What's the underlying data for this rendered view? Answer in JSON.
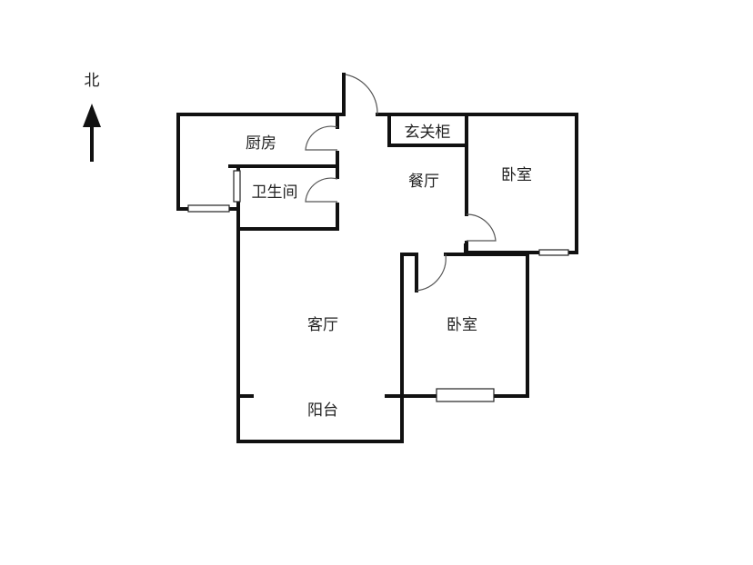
{
  "compass": {
    "north_label": "北"
  },
  "rooms": {
    "kitchen": "厨房",
    "bathroom": "卫生间",
    "entry_cabinet": "玄关柜",
    "dining": "餐厅",
    "bedroom_north": "卧室",
    "living": "客厅",
    "bedroom_south": "卧室",
    "balcony": "阳台"
  }
}
